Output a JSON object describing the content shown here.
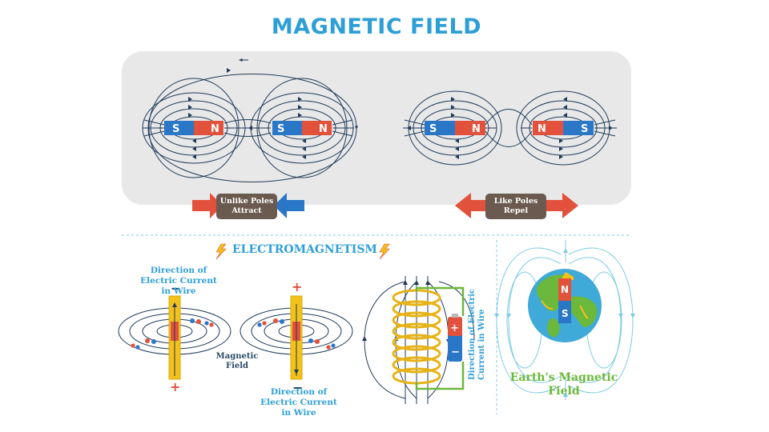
{
  "title": "MAGNETIC FIELD",
  "bar_magnets": {
    "attract": {
      "caption": "Unlike Poles Attract",
      "magnet_a": {
        "left": "S",
        "right": "N"
      },
      "magnet_b": {
        "left": "S",
        "right": "N"
      }
    },
    "repel": {
      "caption": "Like Poles Repel",
      "magnet_a": {
        "left": "S",
        "right": "N"
      },
      "magnet_b": {
        "left": "N",
        "right": "S"
      }
    }
  },
  "electromagnetism": {
    "title": "ELECTROMAGNETISM",
    "wire1": {
      "label": "Direction of Electric Current in Wire",
      "top_sign": "−",
      "bottom_sign": "+"
    },
    "magnetic_field_label": "Magnetic Field",
    "wire2": {
      "label": "Direction of Electric Current in Wire",
      "top_sign": "+",
      "bottom_sign": "−"
    },
    "coil": {
      "label": "Direction of Electric Current in Wire",
      "battery_plus": "+",
      "battery_minus": "−"
    }
  },
  "earth": {
    "caption": "Earth's Magnetic Field",
    "pole_top": "N",
    "pole_bottom": "S"
  },
  "colors": {
    "title_blue": "#2e9fd6",
    "line_navy": "#1f3a5a",
    "magnet_red": "#e2513b",
    "magnet_blue": "#2a77c8",
    "badge_brown": "#6b5a4f",
    "wire_yellow": "#f2c21b",
    "earth_green": "#6cb83a",
    "earth_ocean": "#3fa9d8",
    "field_teal": "#8fd4e8"
  }
}
